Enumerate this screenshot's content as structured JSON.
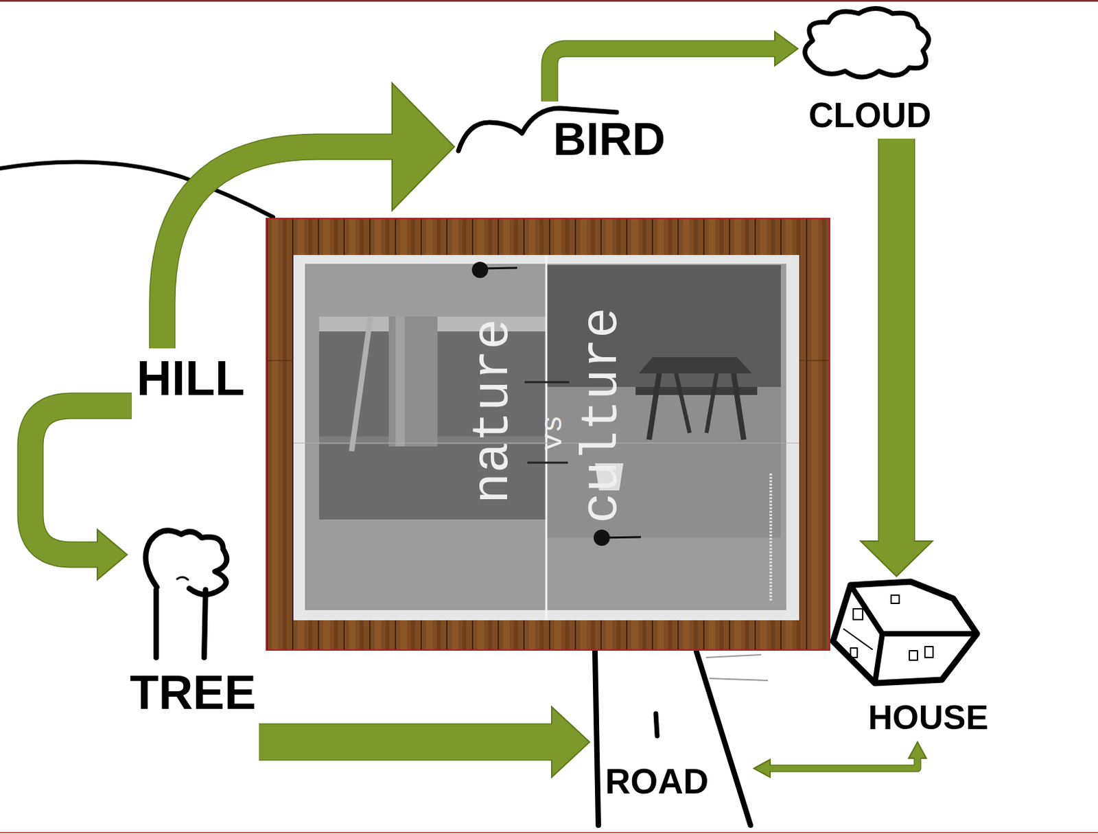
{
  "diagram": {
    "nodes": [
      {
        "text": [
          "BIRD"
        ]
      },
      {
        "text": [
          "CLOUD"
        ]
      },
      {
        "text": [
          "HILL"
        ]
      },
      {
        "text": [
          "TREE"
        ]
      },
      {
        "text": [
          "HOUSE"
        ]
      },
      {
        "text": [
          "ROAD"
        ]
      }
    ],
    "edges": [
      {
        "from": 0,
        "to": 1,
        "arrow": "to"
      },
      {
        "from": 2,
        "to": 0,
        "arrow": "to"
      },
      {
        "from": 1,
        "to": 4,
        "arrow": "to"
      },
      {
        "from": 2,
        "to": 3,
        "arrow": "to"
      },
      {
        "from": 3,
        "to": 5,
        "arrow": "to"
      },
      {
        "from": 5,
        "to": 4,
        "arrow": "both"
      }
    ],
    "labels": [
      "nature",
      "vs",
      "culture"
    ]
  }
}
